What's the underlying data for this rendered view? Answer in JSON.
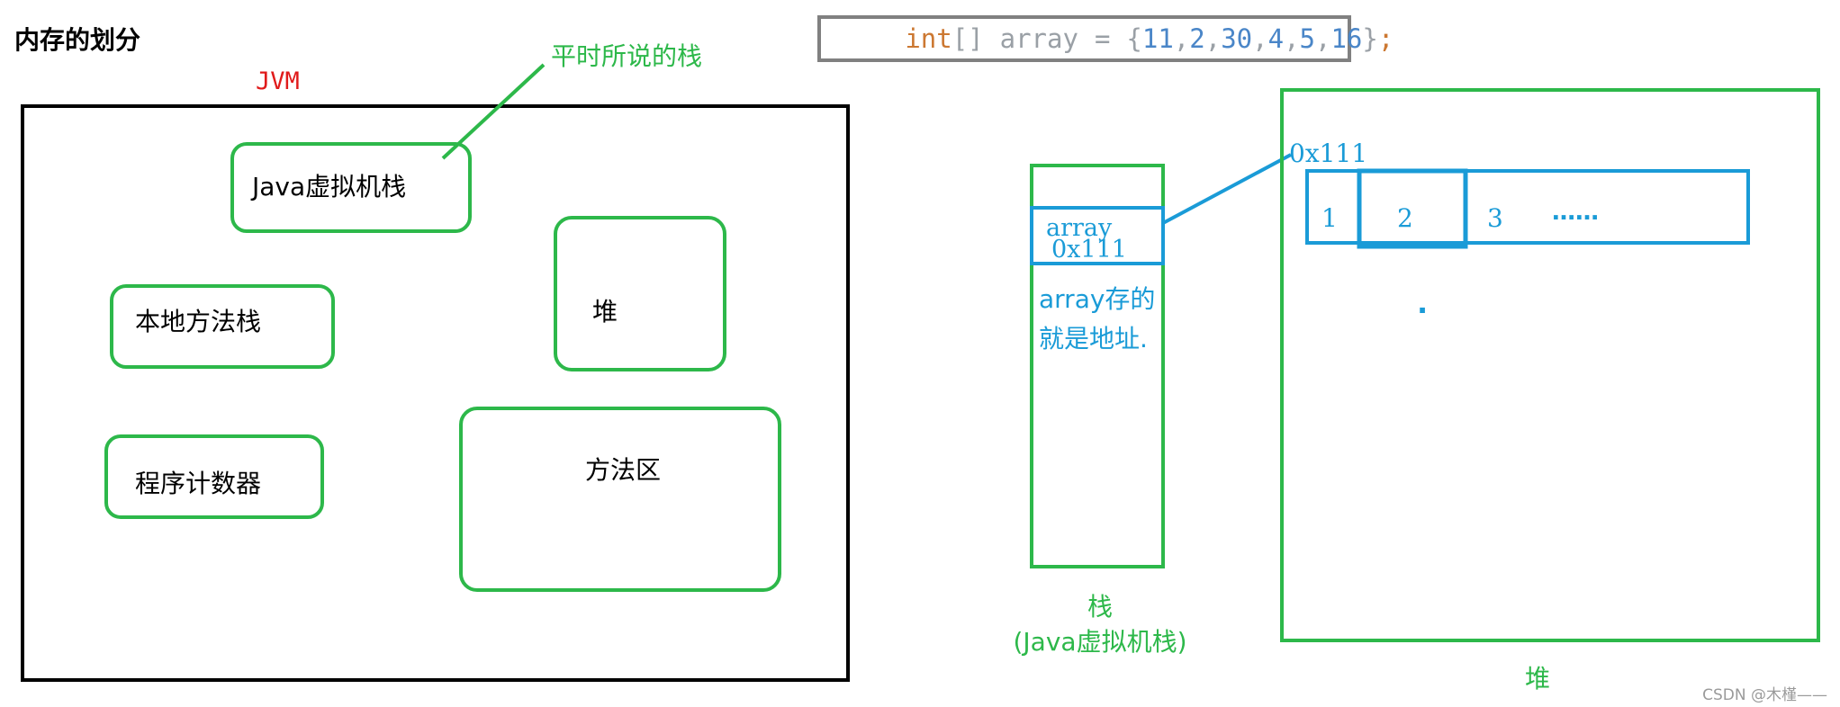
{
  "title": "内存的划分",
  "jvm_label": "JVM",
  "callout": "平时所说的栈",
  "regions": {
    "java_vm_stack": "Java虚拟机栈",
    "native_stack": "本地方法栈",
    "pc_register": "程序计数器",
    "heap": "堆",
    "method_area": "方法区"
  },
  "code": {
    "kw": "int",
    "brackets": "[]",
    "name": "array",
    "eq": "=",
    "open": "{",
    "v1": "11",
    "v2": "2",
    "v3": "30",
    "v4": "4",
    "v5": "5",
    "v6": "16",
    "close": "}",
    "semi": ";"
  },
  "stack": {
    "var_name": "array",
    "var_value": "0x111",
    "note_line1": "array存的",
    "note_line2": "就是地址.",
    "label": "栈",
    "sublabel": "(Java虚拟机栈)"
  },
  "heap": {
    "address": "0x111",
    "cells": [
      "1",
      "2",
      "3",
      "……"
    ],
    "dot": ".",
    "label": "堆"
  },
  "watermark": "CSDN @木槿——",
  "colors": {
    "green": "#2db84a",
    "blue": "#1a9bd7",
    "red": "#e01b1b",
    "black": "#000000",
    "code_orange": "#cc7832",
    "code_gray": "#9aa0a6",
    "code_blue": "#4a86c8",
    "code_border": "#808080"
  }
}
